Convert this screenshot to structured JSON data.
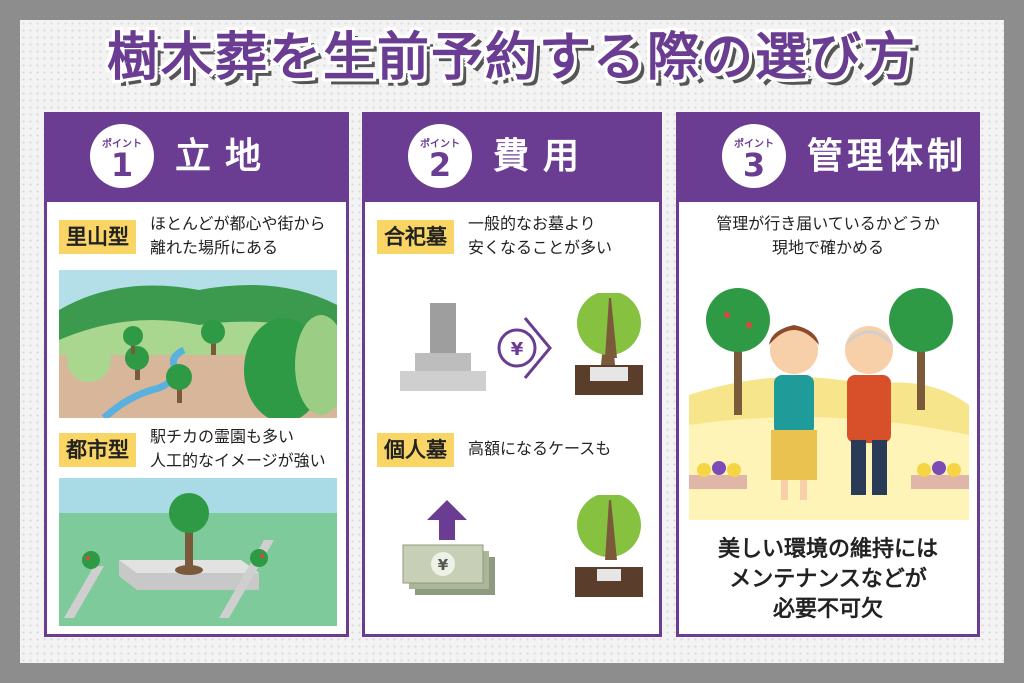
{
  "title": "樹木葬を生前予約する際の選び方",
  "point_label": "ポイント",
  "panels": [
    {
      "number": "1",
      "heading": "立地",
      "items": [
        {
          "tag": "里山型",
          "lines": [
            "ほとんどが都心や街から",
            "離れた場所にある"
          ]
        },
        {
          "tag": "都市型",
          "lines": [
            "駅チカの霊園も多い",
            "人工的なイメージが強い"
          ]
        }
      ]
    },
    {
      "number": "2",
      "heading": "費用",
      "items": [
        {
          "tag": "合祀墓",
          "lines": [
            "一般的なお墓より",
            "安くなることが多い"
          ]
        },
        {
          "tag": "個人墓",
          "lines": [
            "高額になるケースも"
          ]
        }
      ],
      "yen": "¥"
    },
    {
      "number": "3",
      "heading": "管理体制",
      "intro": [
        "管理が行き届いているかどうか",
        "現地で確かめる"
      ],
      "conclusion": [
        "美しい環境の維持には",
        "メンテナンスなどが",
        "必要不可欠"
      ]
    }
  ],
  "colors": {
    "purple": "#6a3d93",
    "tag": "#f8d564",
    "background": "#8d8d8d"
  }
}
